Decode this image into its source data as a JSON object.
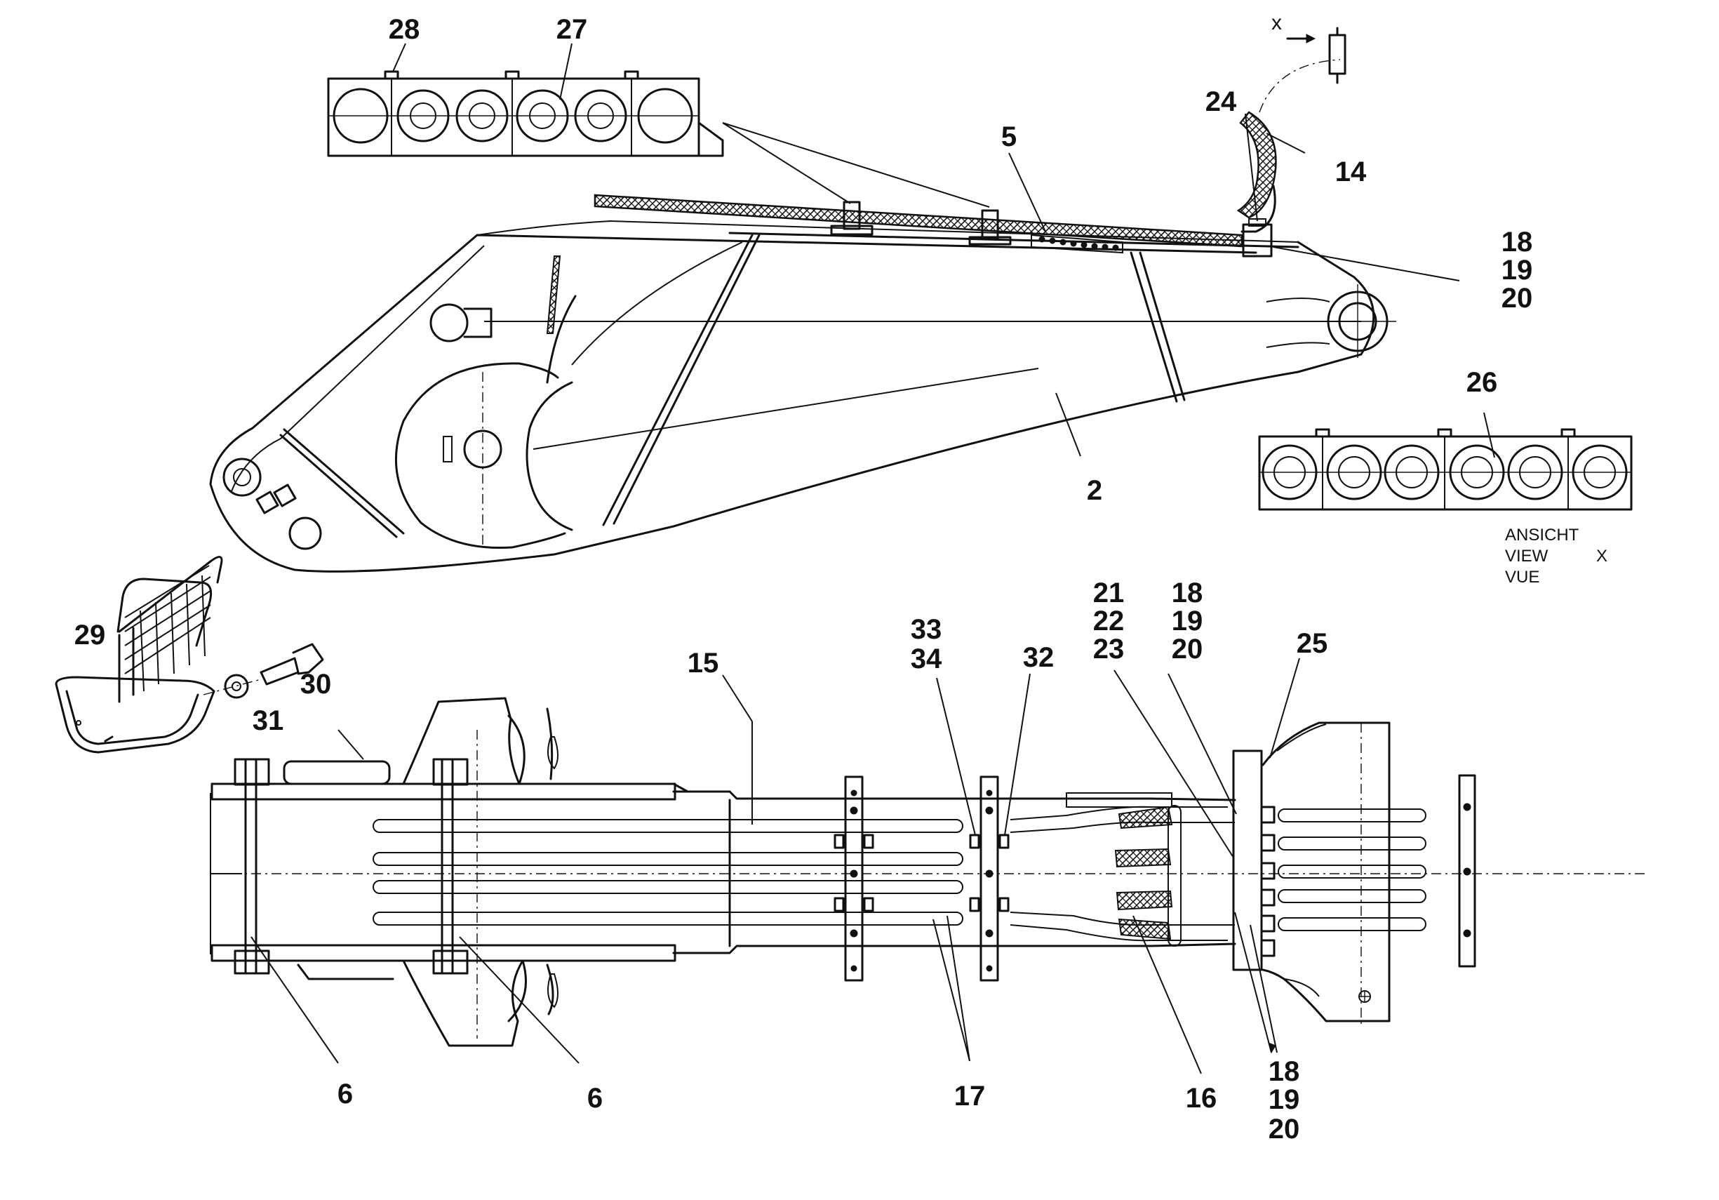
{
  "callouts": {
    "c28": "28",
    "c27": "27",
    "c24": "24",
    "c14": "14",
    "c5": "5",
    "c18a": "18",
    "c19a": "19",
    "c20a": "20",
    "c26": "26",
    "c2": "2",
    "c29": "29",
    "c30": "30",
    "c31": "31",
    "c15": "15",
    "c33": "33",
    "c34": "34",
    "c32": "32",
    "c21": "21",
    "c22": "22",
    "c23": "23",
    "c18b": "18",
    "c19b": "19",
    "c20b": "20",
    "c25": "25",
    "c6a": "6",
    "c6b": "6",
    "c17": "17",
    "c16": "16",
    "c18c": "18",
    "c19c": "19",
    "c20c": "20"
  },
  "view_marker": "x",
  "view_caption": {
    "line1": "ANSICHT",
    "line2": "VIEW",
    "line3": "VUE",
    "letter": "X"
  },
  "colors": {
    "ink": "#111111",
    "paper": "#ffffff"
  }
}
